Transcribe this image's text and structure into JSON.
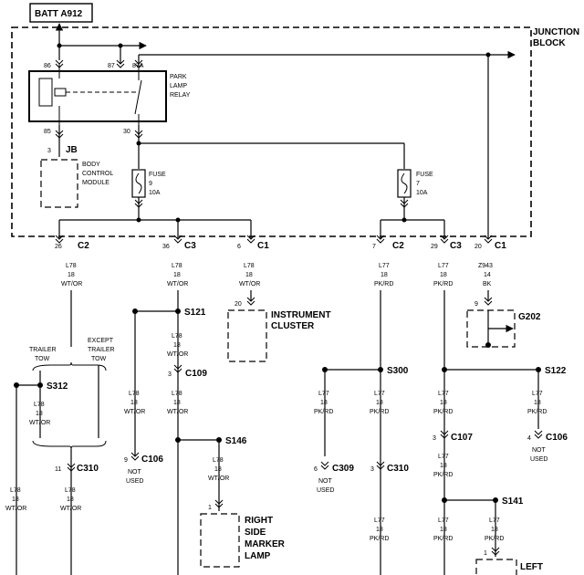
{
  "batt_label": "BATT A912",
  "junction_block": [
    "JUNCTION",
    "BLOCK"
  ],
  "relay": {
    "label": [
      "PARK",
      "LAMP",
      "RELAY"
    ],
    "pins": {
      "p86": "86",
      "p87": "87",
      "p87a": "87A",
      "p85": "85",
      "p30": "30"
    }
  },
  "jb": {
    "pin": "3",
    "label": "JB",
    "module": [
      "BODY",
      "CONTROL",
      "MODULE"
    ]
  },
  "fuse9": {
    "lines": [
      "FUSE",
      "9",
      "10A"
    ]
  },
  "fuse7": {
    "lines": [
      "FUSE",
      "7",
      "10A"
    ]
  },
  "connectors": [
    {
      "pin": "26",
      "name": "C2"
    },
    {
      "pin": "36",
      "name": "C3"
    },
    {
      "pin": "6",
      "name": "C1"
    },
    {
      "pin": "7",
      "name": "C2"
    },
    {
      "pin": "29",
      "name": "C3"
    },
    {
      "pin": "20",
      "name": "C1"
    }
  ],
  "wire_labels": {
    "l78": [
      "L78",
      "18",
      "WT/OR"
    ],
    "l77": [
      "L77",
      "18",
      "PK/RD"
    ],
    "z943": [
      "Z943",
      "14",
      "BK"
    ]
  },
  "splices": {
    "s121": "S121",
    "s312": "S312",
    "s146": "S146",
    "s300": "S300",
    "s122": "S122",
    "s141": "S141"
  },
  "conn_small": {
    "c109": {
      "pin": "3",
      "name": "C109"
    },
    "c310a": {
      "pin": "11",
      "name": "C310"
    },
    "c106a": {
      "pin": "9",
      "name": "C106"
    },
    "c309": {
      "pin": "6",
      "name": "C309"
    },
    "c310b": {
      "pin": "3",
      "name": "C310"
    },
    "c107": {
      "pin": "3",
      "name": "C107"
    },
    "c106b": {
      "pin": "4",
      "name": "C106"
    }
  },
  "not_used": [
    "NOT",
    "USED"
  ],
  "instrument_cluster": {
    "pin": "20",
    "label": [
      "INSTRUMENT",
      "CLUSTER"
    ]
  },
  "g202": {
    "pin": "9",
    "label": "G202"
  },
  "trailer_tow": [
    "TRAILER",
    "TOW"
  ],
  "except_trailer_tow": [
    "EXCEPT",
    "TRAILER",
    "TOW"
  ],
  "right_side_marker": {
    "pin": "1",
    "label": [
      "RIGHT",
      "SIDE",
      "MARKER",
      "LAMP"
    ]
  },
  "left_label": {
    "pin": "1",
    "label": "LEFT"
  }
}
